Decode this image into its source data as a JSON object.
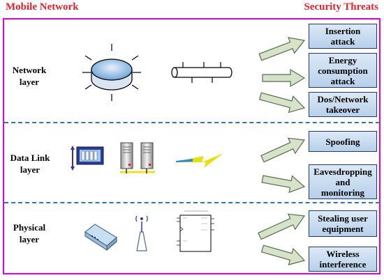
{
  "header": {
    "left_title": "Mobile Network",
    "right_title": "Security Threats"
  },
  "layers": [
    {
      "label_line1": "Network",
      "label_line2": "layer"
    },
    {
      "label_line1": "Data Link",
      "label_line2": "layer"
    },
    {
      "label_line1": "Physical",
      "label_line2": "layer"
    }
  ],
  "threats": [
    {
      "line1": "Insertion",
      "line2": "attack",
      "line3": ""
    },
    {
      "line1": "Energy",
      "line2": "consumption",
      "line3": "attack"
    },
    {
      "line1": "Dos/Network",
      "line2": "takeover",
      "line3": ""
    },
    {
      "line1": "Spoofing",
      "line2": "",
      "line3": ""
    },
    {
      "line1": "Eavesdropping",
      "line2": "and",
      "line3": "monitoring"
    },
    {
      "line1": "Stealing user",
      "line2": "equipment",
      "line3": ""
    },
    {
      "line1": "Wireless",
      "line2": "interference",
      "line3": ""
    }
  ],
  "icons": [
    "router-icon",
    "bus-cable-icon",
    "monitor-icon",
    "server-icon",
    "lightning-icon",
    "modem-icon",
    "antenna-icon",
    "chip-schematic-icon",
    "arrow-icon"
  ],
  "colors": {
    "header": "#e8202a",
    "frame": "#e000e0",
    "separator": "#2e75b6",
    "threat_border": "#1f3a68",
    "arrow_fill": "#d6e3c8",
    "arrow_stroke": "#5a6b50"
  }
}
